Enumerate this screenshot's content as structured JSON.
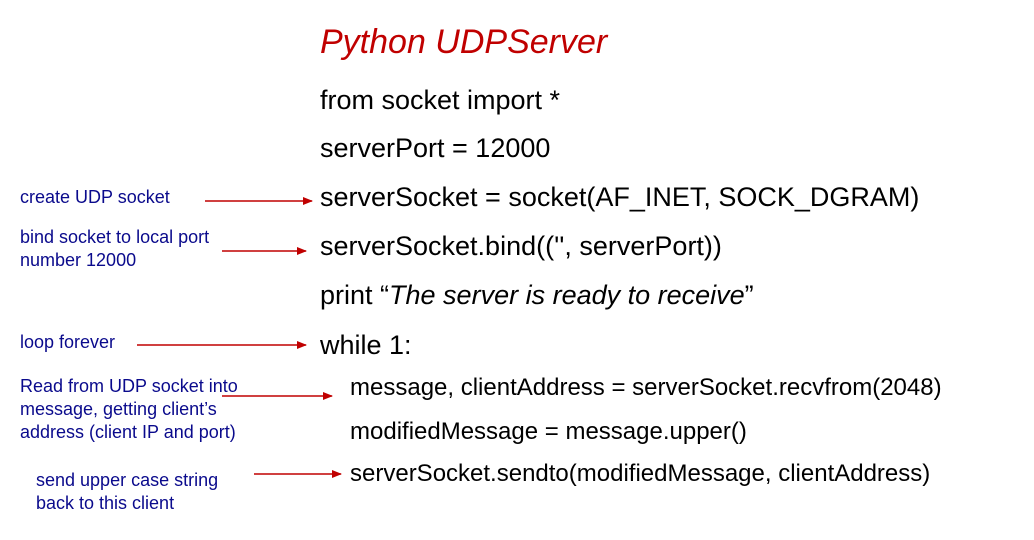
{
  "title": "Python UDPServer",
  "code": {
    "line1": "from socket import *",
    "line2": "serverPort = 12000",
    "line3": "serverSocket = socket(AF_INET, SOCK_DGRAM)",
    "line4": "serverSocket.bind(('', serverPort))",
    "line5_prefix": "print “",
    "line5_italic": "The server is ready to receive",
    "line5_suffix": "”",
    "line6": "while 1:",
    "line7": "message, clientAddress = serverSocket.recvfrom(2048)",
    "line8": "modifiedMessage = message.upper()",
    "line9": "serverSocket.sendto(modifiedMessage, clientAddress)"
  },
  "annotations": {
    "create": [
      "create UDP socket"
    ],
    "bind": [
      "bind socket to local port",
      "number 12000"
    ],
    "loop": [
      "loop forever"
    ],
    "read": [
      "Read from UDP socket into",
      "message, getting client’s",
      "address (client IP and port)"
    ],
    "send": [
      "send upper case string",
      "back to this client"
    ]
  },
  "colors": {
    "title": "#c00000",
    "annotation_text": "#0a0a8c",
    "arrow": "#c00000",
    "code": "#000000"
  }
}
